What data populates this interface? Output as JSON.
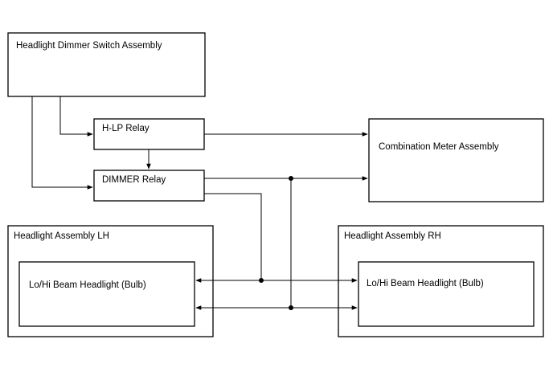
{
  "diagram": {
    "blocks": {
      "dimmer_switch": "Headlight Dimmer Switch Assembly",
      "hlp_relay": "H-LP Relay",
      "dimmer_relay": "DIMMER Relay",
      "combination_meter": "Combination Meter Assembly",
      "headlight_lh": "Headlight Assembly LH",
      "headlight_rh": "Headlight Assembly RH",
      "bulb_lh": "Lo/Hi Beam Headlight (Bulb)",
      "bulb_rh": "Lo/Hi Beam Headlight (Bulb)"
    }
  }
}
